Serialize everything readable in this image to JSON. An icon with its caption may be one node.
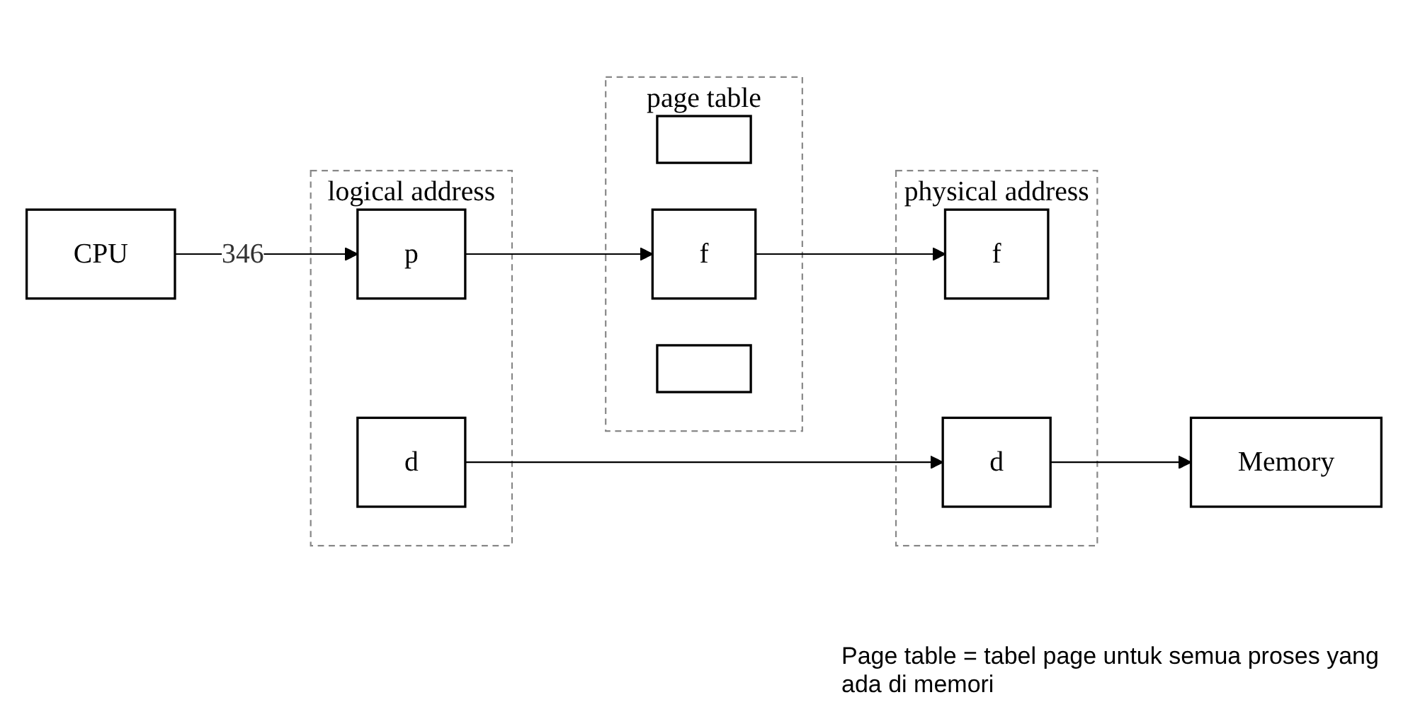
{
  "diagram": {
    "nodes": [
      {
        "text": [
          "CPU"
        ]
      },
      {
        "text": [
          "logical address"
        ]
      },
      {
        "text": [
          "p"
        ],
        "in": 1
      },
      {
        "text": [
          "d"
        ],
        "in": 1
      },
      {
        "text": [
          "page table"
        ]
      },
      {
        "text": [],
        "shape": "box",
        "in": 4
      },
      {
        "text": [
          "f"
        ],
        "in": 4
      },
      {
        "text": [],
        "shape": "box",
        "in": 4
      },
      {
        "text": [
          "physical address"
        ]
      },
      {
        "text": [
          "f"
        ],
        "in": 8
      },
      {
        "text": [
          "d"
        ],
        "in": 8
      },
      {
        "text": [
          "Memory"
        ]
      }
    ],
    "edges": [
      {
        "from": 0,
        "to": 2,
        "arrow": "to",
        "label": "346"
      },
      {
        "from": 3,
        "to": 10,
        "arrow": "to"
      },
      {
        "from": 2,
        "to": 6,
        "arrow": "to"
      },
      {
        "from": 6,
        "to": 9,
        "arrow": "to"
      },
      {
        "from": 10,
        "to": 11,
        "arrow": "to"
      }
    ],
    "labels": [
      "Page table = tabel page untuk semua proses yang ada di memori"
    ]
  }
}
